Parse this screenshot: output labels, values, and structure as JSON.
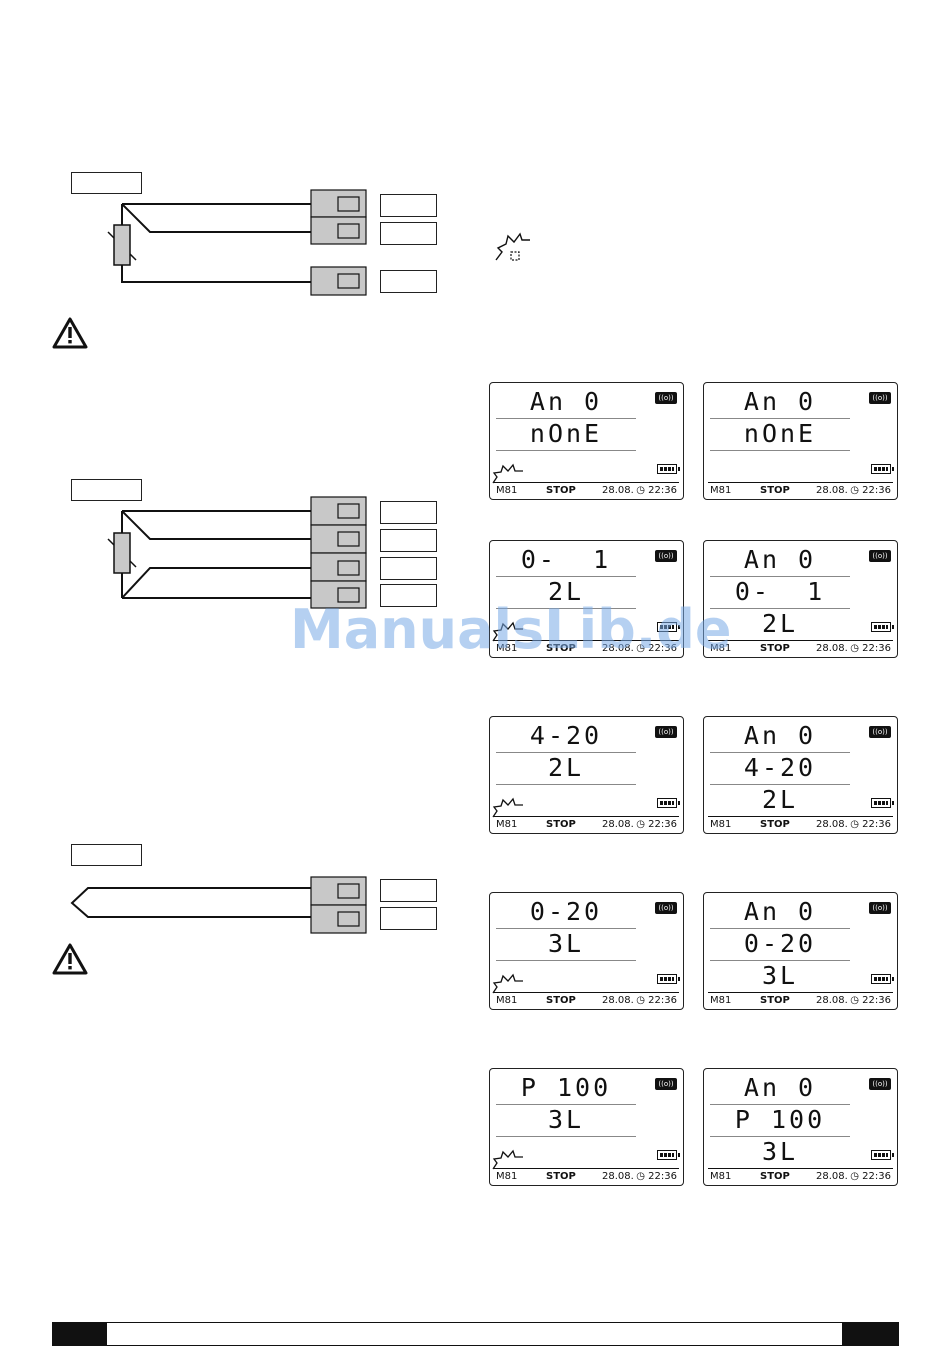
{
  "watermark": "ManualsLib.de",
  "lcd_displays": [
    {
      "line1": "An 0",
      "line2": "nOnE",
      "line3": "",
      "spark": true
    },
    {
      "line1": "An 0",
      "line2": "nOnE",
      "line3": "",
      "spark": false
    },
    {
      "line1": "0-  1",
      "line2": "2L",
      "line3": "",
      "spark": true
    },
    {
      "line1": "An 0",
      "line2": "0-  1",
      "line3": "2L",
      "spark": false
    },
    {
      "line1": "4-20",
      "line2": "2L",
      "line3": "",
      "spark": true
    },
    {
      "line1": "An 0",
      "line2": "4-20",
      "line3": "2L",
      "spark": false
    },
    {
      "line1": "0-20",
      "line2": "3L",
      "line3": "",
      "spark": true
    },
    {
      "line1": "An 0",
      "line2": "0-20",
      "line3": "3L",
      "spark": false
    },
    {
      "line1": "P 100",
      "line2": "3L",
      "line3": "",
      "spark": true
    },
    {
      "line1": "An 0",
      "line2": "P 100",
      "line3": "3L",
      "spark": false
    }
  ],
  "status_bar": {
    "model": "M81",
    "state": "STOP",
    "date": "28.08.",
    "time": "22:36",
    "radio_icon": "((o))"
  },
  "icons": {
    "warning": "warning-triangle-icon",
    "spark": "spark-icon",
    "battery": "battery-icon",
    "clock": "clock-icon"
  },
  "colors": {
    "terminal_fill": "#c8c8c8",
    "line": "#111111"
  }
}
